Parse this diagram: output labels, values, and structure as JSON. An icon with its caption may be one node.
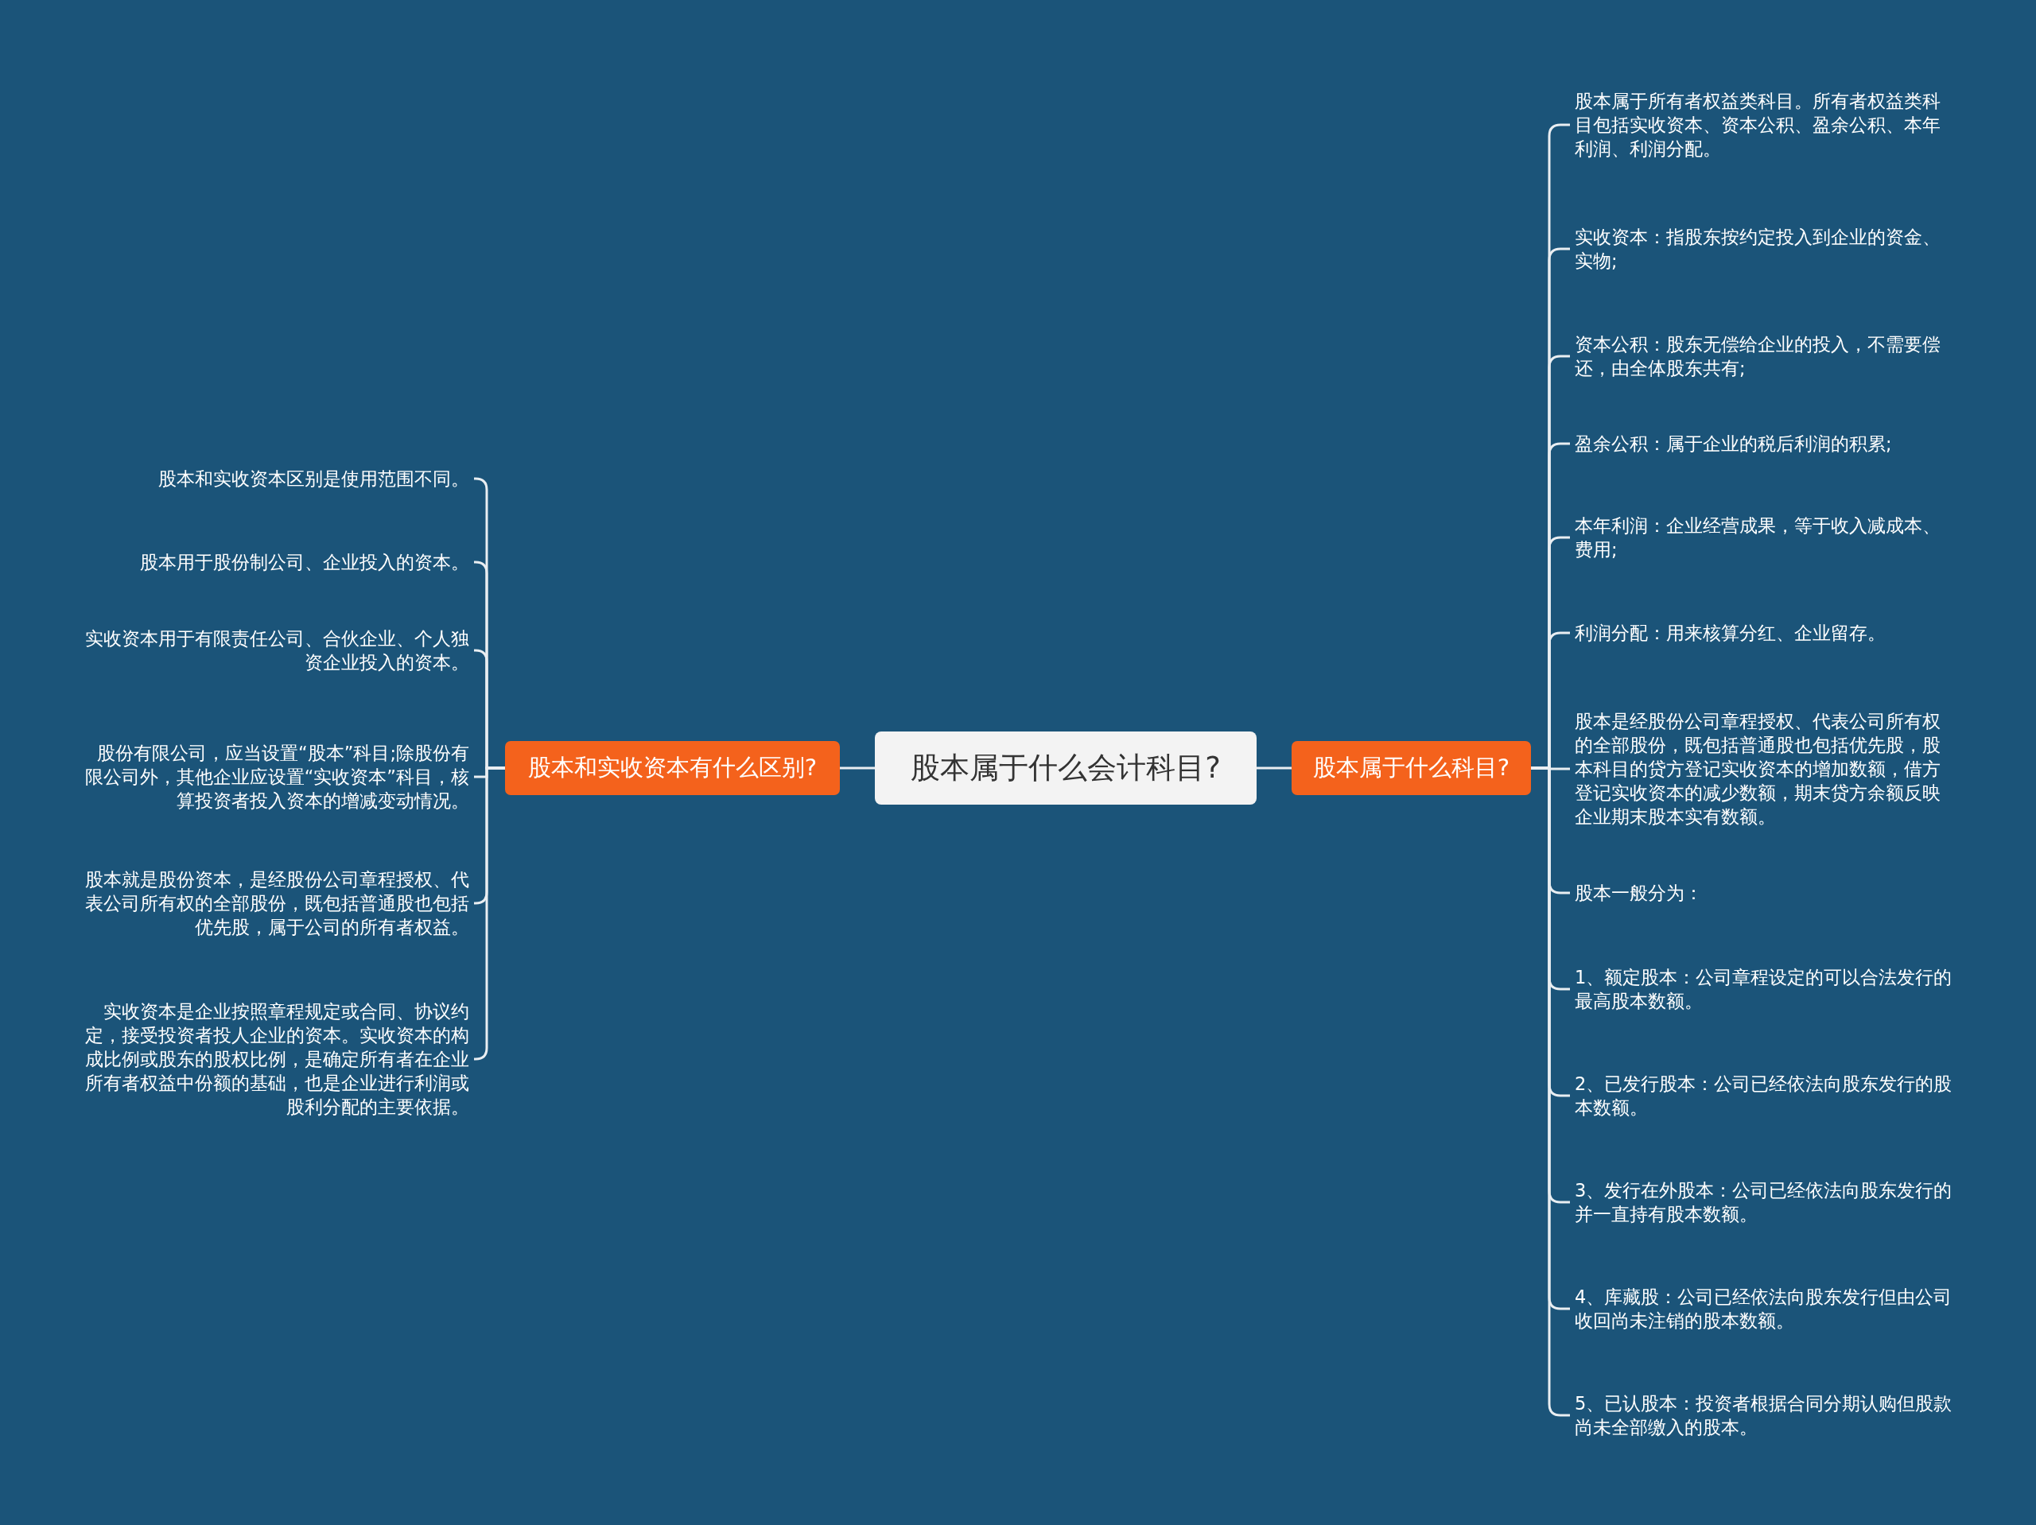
{
  "diagram": {
    "nodes": [
      {
        "text": [
          "股本属于什么会计科目?"
        ]
      },
      {
        "text": [
          "股本和实收资本有什么区别?"
        ]
      },
      {
        "text": [
          "股本属于什么科目?"
        ]
      },
      {
        "text": [
          "股本和实收资本区别是使用范围不同。"
        ]
      },
      {
        "text": [
          "股本用于股份制公司、企业投入的资本。"
        ]
      },
      {
        "text": [
          "实收资本用于有限责任公司、合伙企业、个人独资企业投入的资本。"
        ]
      },
      {
        "text": [
          "股份有限公司，应当设置“股本”科目;除股份有限公司外，其他企业应设置“实收资本”科目，核算投资者投入资本的增减变动情况。"
        ]
      },
      {
        "text": [
          "股本就是股份资本，是经股份公司章程授权、代表公司所有权的全部股份，既包括普通股也包括优先股，属于公司的所有者权益。"
        ]
      },
      {
        "text": [
          "实收资本是企业按照章程规定或合同、协议约定，接受投资者投人企业的资本。实收资本的构成比例或股东的股权比例，是确定所有者在企业所有者权益中份额的基础，也是企业进行利润或股利分配的主要依据。"
        ]
      },
      {
        "text": [
          "股本属于所有者权益类科目。所有者权益类科目包括实收资本、资本公积、盈余公积、本年利润、利润分配。"
        ]
      },
      {
        "text": [
          "实收资本：指股东按约定投入到企业的资金、实物;"
        ]
      },
      {
        "text": [
          "资本公积：股东无偿给企业的投入，不需要偿还，由全体股东共有;"
        ]
      },
      {
        "text": [
          "盈余公积：属于企业的税后利润的积累;"
        ]
      },
      {
        "text": [
          "本年利润：企业经营成果，等于收入减成本、费用;"
        ]
      },
      {
        "text": [
          "利润分配：用来核算分红、企业留存。"
        ]
      },
      {
        "text": [
          "股本是经股份公司章程授权、代表公司所有权的全部股份，既包括普通股也包括优先股，股本科目的贷方登记实收资本的增加数额，借方登记实收资本的减少数额，期末贷方余额反映企业期末股本实有数额。"
        ]
      },
      {
        "text": [
          "股本一般分为："
        ]
      },
      {
        "text": [
          "1、额定股本：公司章程设定的可以合法发行的最高股本数额。"
        ]
      },
      {
        "text": [
          "2、已发行股本：公司已经依法向股东发行的股本数额。"
        ]
      },
      {
        "text": [
          "3、发行在外股本：公司已经依法向股东发行的并一直持有股本数额。"
        ]
      },
      {
        "text": [
          "4、库藏股：公司已经依法向股东发行但由公司收回尚未注销的股本数额。"
        ]
      },
      {
        "text": [
          "5、已认股本：投资者根据合同分期认购但股款尚未全部缴入的股本。"
        ]
      }
    ],
    "edges": [
      {
        "from": 0,
        "to": 1,
        "arrow": "none"
      },
      {
        "from": 0,
        "to": 2,
        "arrow": "none"
      },
      {
        "from": 1,
        "to": 3,
        "arrow": "none"
      },
      {
        "from": 1,
        "to": 4,
        "arrow": "none"
      },
      {
        "from": 1,
        "to": 5,
        "arrow": "none"
      },
      {
        "from": 1,
        "to": 6,
        "arrow": "none"
      },
      {
        "from": 1,
        "to": 7,
        "arrow": "none"
      },
      {
        "from": 1,
        "to": 8,
        "arrow": "none"
      },
      {
        "from": 2,
        "to": 9,
        "arrow": "none"
      },
      {
        "from": 2,
        "to": 10,
        "arrow": "none"
      },
      {
        "from": 2,
        "to": 11,
        "arrow": "none"
      },
      {
        "from": 2,
        "to": 12,
        "arrow": "none"
      },
      {
        "from": 2,
        "to": 13,
        "arrow": "none"
      },
      {
        "from": 2,
        "to": 14,
        "arrow": "none"
      },
      {
        "from": 2,
        "to": 15,
        "arrow": "none"
      },
      {
        "from": 2,
        "to": 16,
        "arrow": "none"
      },
      {
        "from": 2,
        "to": 17,
        "arrow": "none"
      },
      {
        "from": 2,
        "to": 18,
        "arrow": "none"
      },
      {
        "from": 2,
        "to": 19,
        "arrow": "none"
      },
      {
        "from": 2,
        "to": 20,
        "arrow": "none"
      },
      {
        "from": 2,
        "to": 21,
        "arrow": "none"
      }
    ]
  }
}
